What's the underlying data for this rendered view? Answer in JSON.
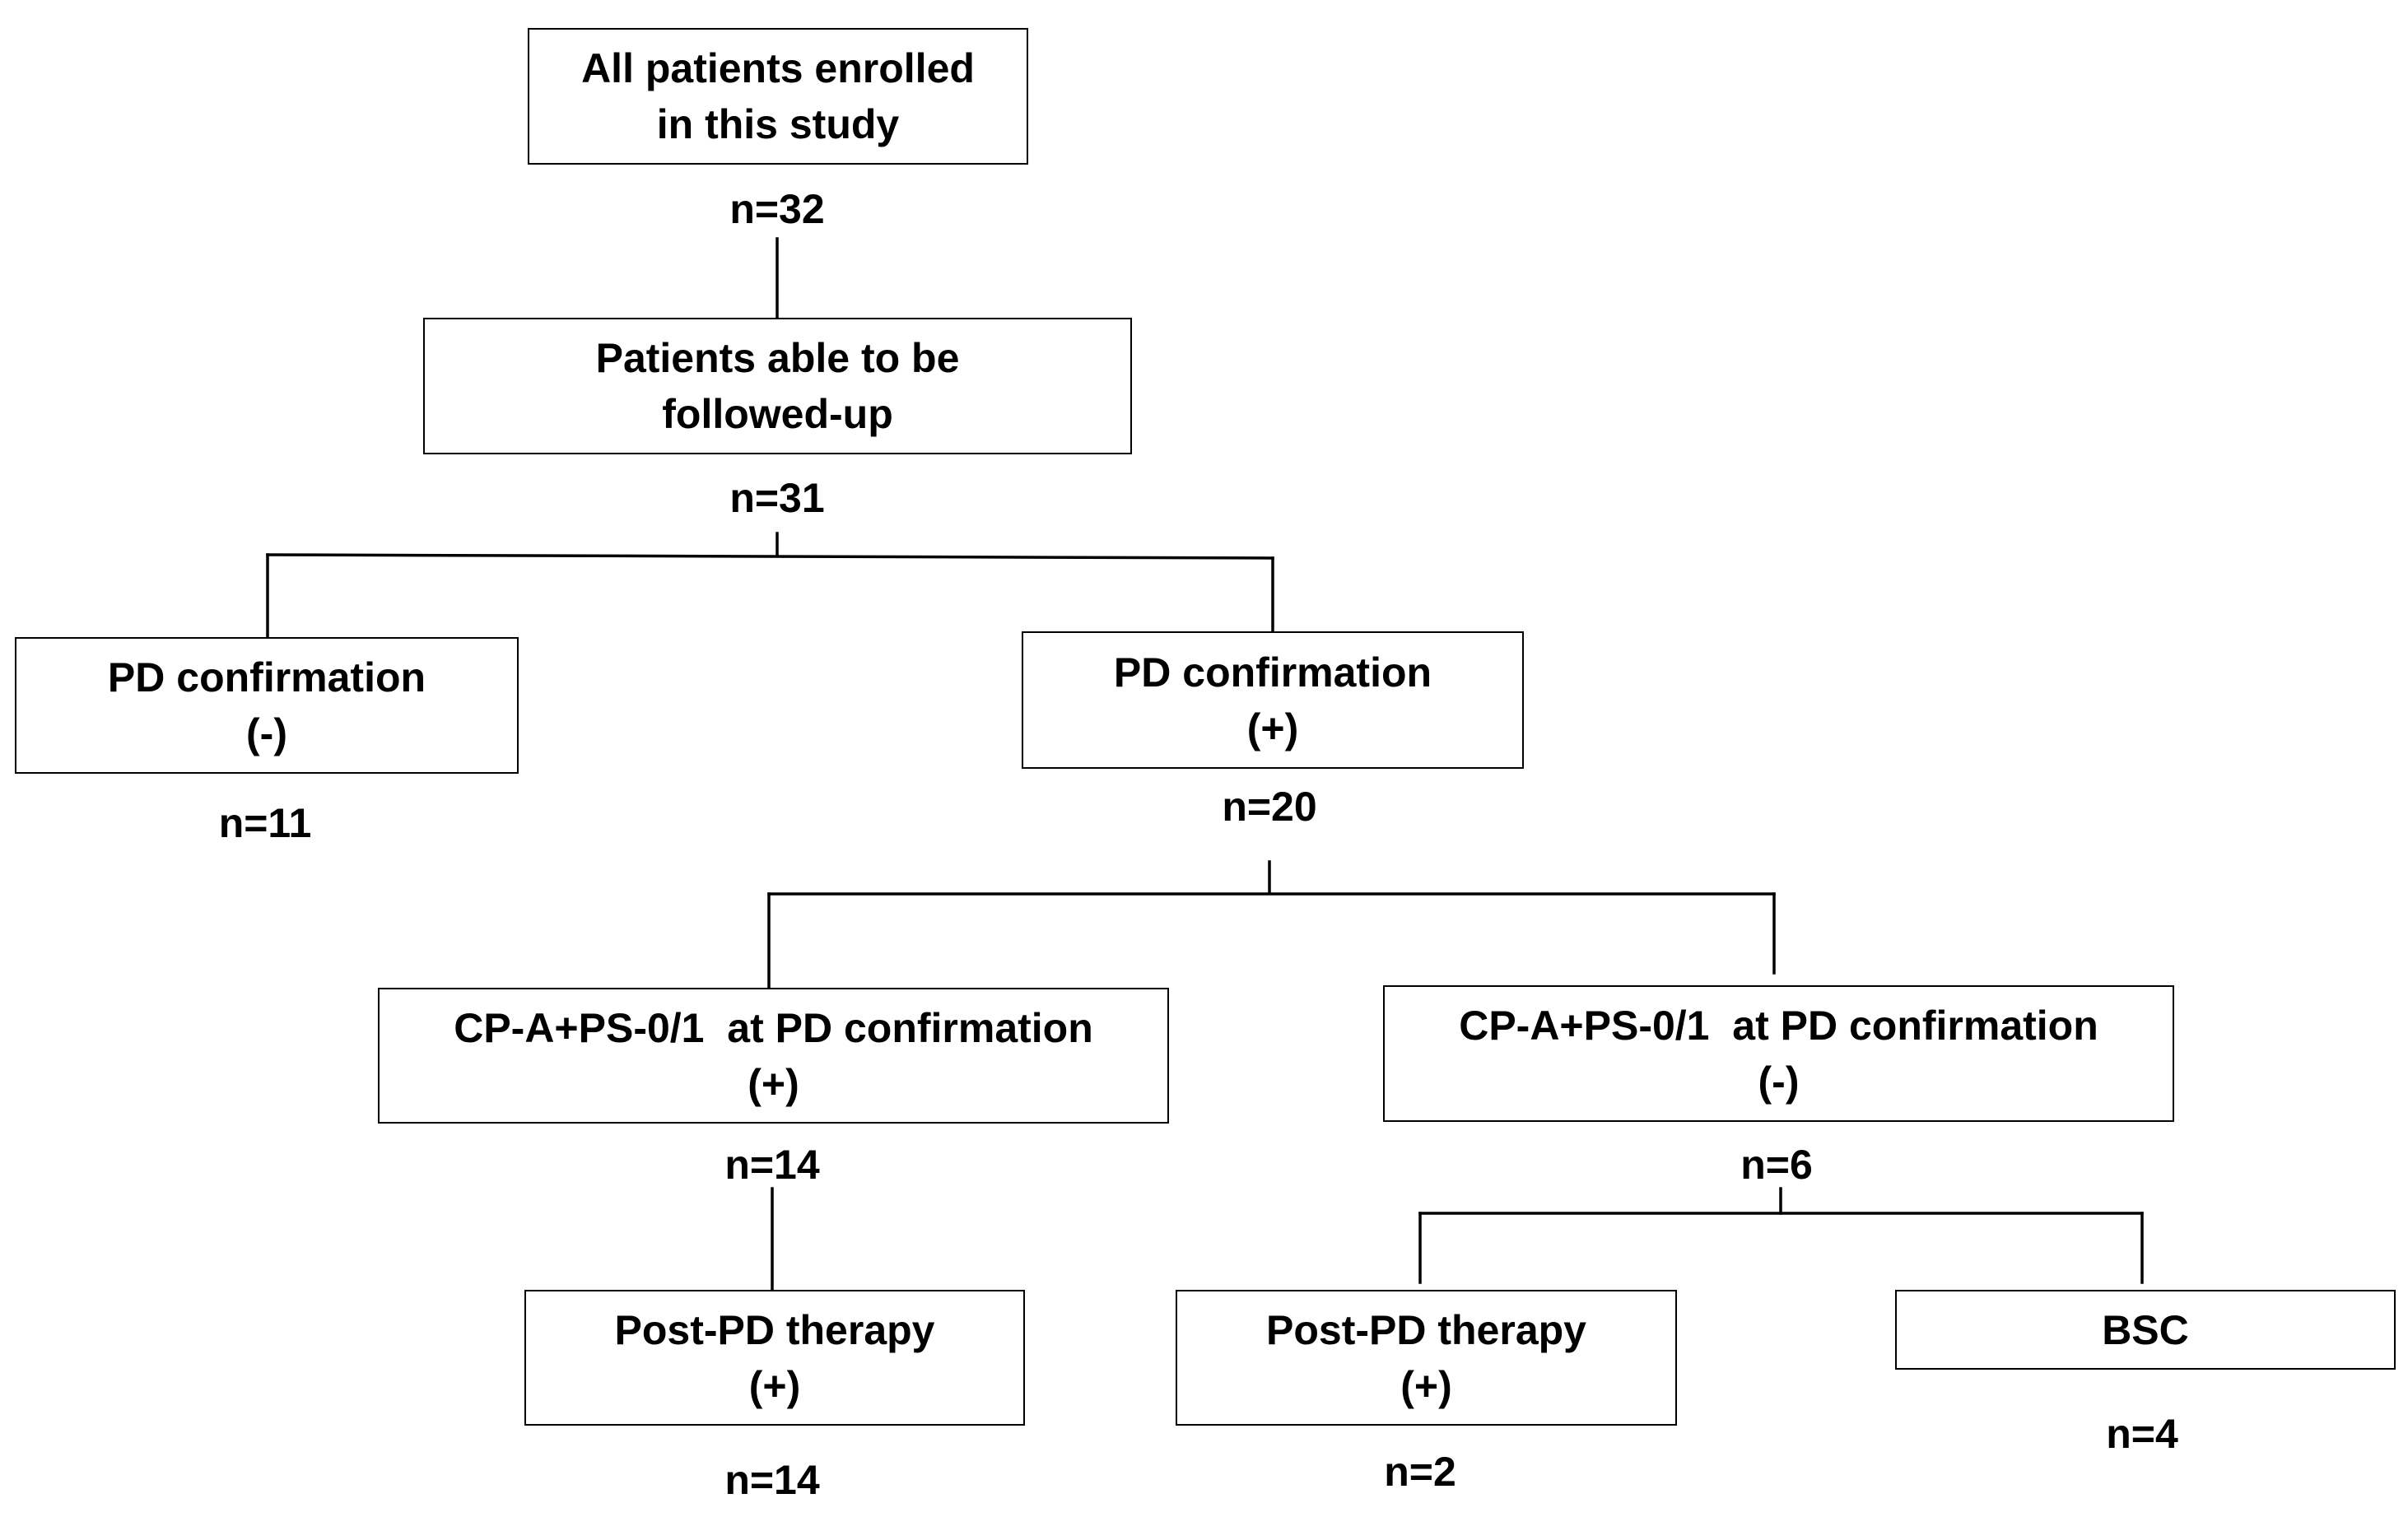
{
  "nodes": {
    "enrolled": {
      "line1": "All patients enrolled",
      "line2": "in this study",
      "count": "n=32"
    },
    "followed_up": {
      "line1": "Patients able to be",
      "line2": "followed-up",
      "count": "n=31"
    },
    "pd_neg": {
      "line1": "PD confirmation",
      "line2": "(-)",
      "count": "n=11"
    },
    "pd_pos": {
      "line1": "PD confirmation",
      "line2": "(+)",
      "count": "n=20"
    },
    "cpa_pos": {
      "line1": "CP-A+PS-0/1  at PD confirmation",
      "line2": "(+)",
      "count": "n=14"
    },
    "cpa_neg": {
      "line1": "CP-A+PS-0/1  at PD confirmation",
      "line2": "(-)",
      "count": "n=6"
    },
    "post_pd_a": {
      "line1": "Post-PD therapy",
      "line2": "(+)",
      "count": "n=14"
    },
    "post_pd_b": {
      "line1": "Post-PD therapy",
      "line2": "(+)",
      "count": "n=2"
    },
    "bsc": {
      "line1": "BSC",
      "count": "n=4"
    }
  }
}
